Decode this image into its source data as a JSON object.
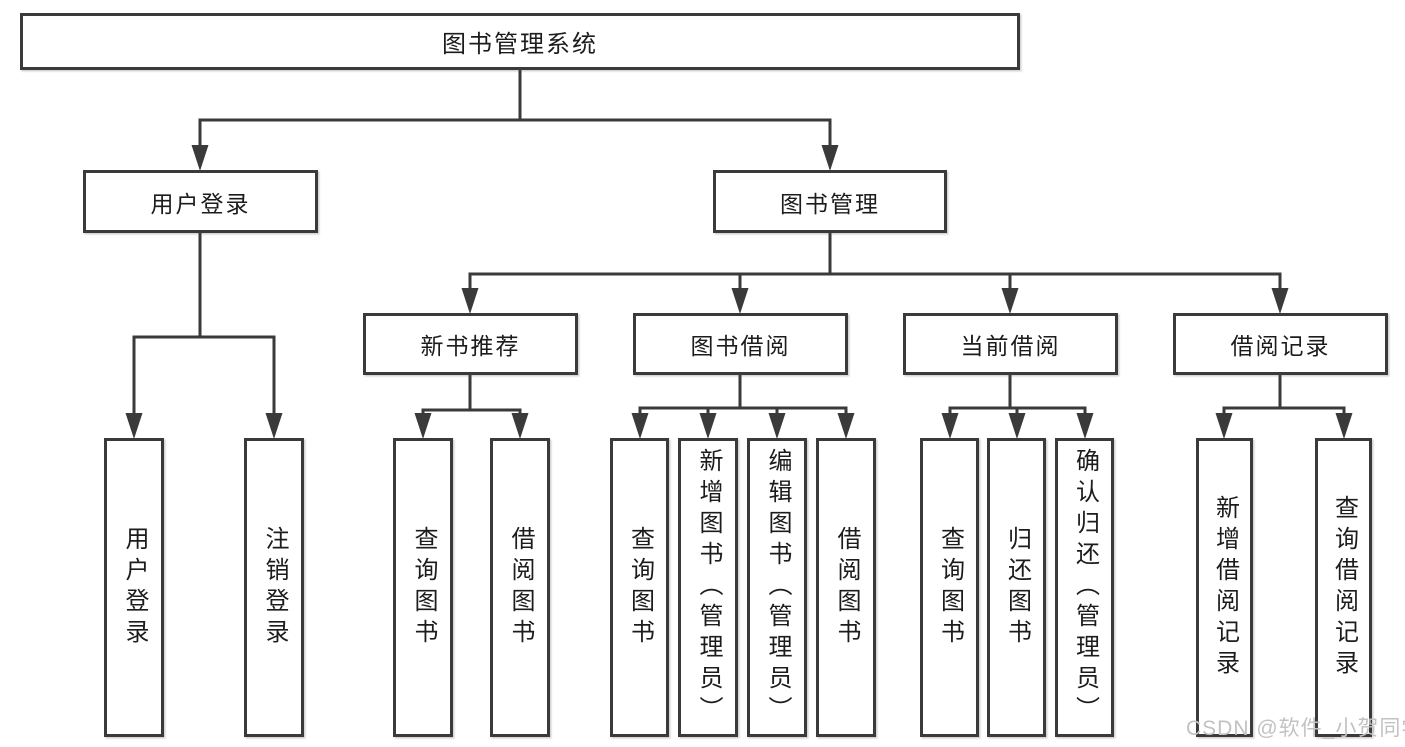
{
  "diagram": {
    "root": {
      "label": "图书管理系统"
    },
    "level2": [
      {
        "label": "用户登录"
      },
      {
        "label": "图书管理"
      }
    ],
    "level3": [
      {
        "label": "新书推荐"
      },
      {
        "label": "图书借阅"
      },
      {
        "label": "当前借阅"
      },
      {
        "label": "借阅记录"
      }
    ],
    "leaves": {
      "user": [
        "用户登录",
        "注销登录"
      ],
      "recommend": [
        "查询图书",
        "借阅图书"
      ],
      "borrow": [
        "查询图书",
        "新增图书（管理员）",
        "编辑图书（管理员）",
        "借阅图书"
      ],
      "current": [
        "查询图书",
        "归还图书",
        "确认归还（管理员）"
      ],
      "records": [
        "新增借阅记录",
        "查询借阅记录"
      ]
    }
  },
  "watermark": {
    "text": "CSDN @软件_小贺同学"
  },
  "colors": {
    "line": "#3a3a3a",
    "text": "#1c1c1c",
    "watermark": "#c2c2c2",
    "background": "#ffffff"
  }
}
